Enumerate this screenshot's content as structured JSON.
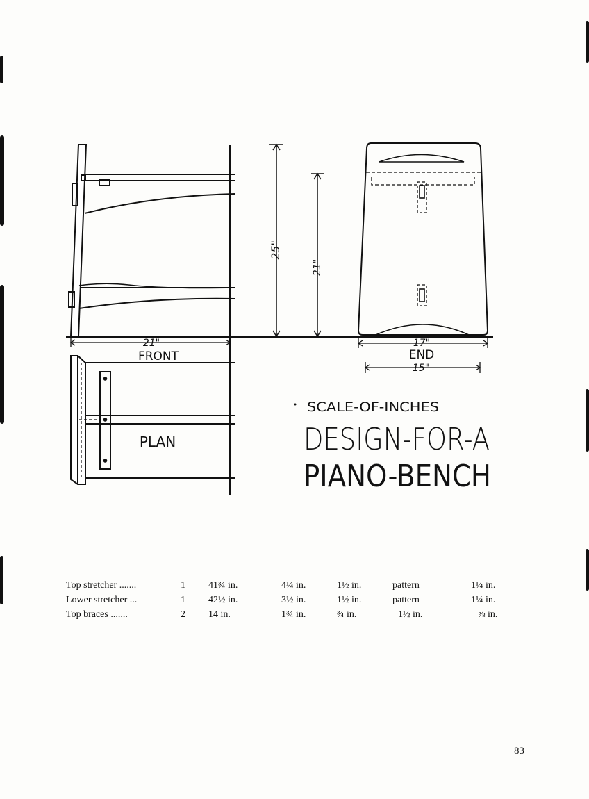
{
  "labels": {
    "front": "FRONT",
    "end": "END",
    "plan": "PLAN",
    "front_width": "21\"",
    "end_width_top": "17\"",
    "end_width_bottom": "15\"",
    "height_total": "25\"",
    "height_seat": "21\""
  },
  "title": {
    "scale": "SCALE-OF-INCHES",
    "line1": "DESIGN-FOR-A",
    "line2": "PIANO-BENCH"
  },
  "bill_of_materials": [
    {
      "name": "Top stretcher .......",
      "qty": "1",
      "length": "41¾ in.",
      "width": "4¼ in.",
      "thickness": "1½ in.",
      "col5": "pattern",
      "col6": "1¼ in."
    },
    {
      "name": "Lower stretcher ...",
      "qty": "1",
      "length": "42½ in.",
      "width": "3½ in.",
      "thickness": "1½ in.",
      "col5": "pattern",
      "col6": "1¼ in."
    },
    {
      "name": "Top braces .......",
      "qty": "2",
      "length": "14 in.",
      "width": "1¾ in.",
      "thickness": "¾ in.",
      "col5": "1½ in.",
      "col6": "⅝ in."
    }
  ],
  "page_number": "83"
}
